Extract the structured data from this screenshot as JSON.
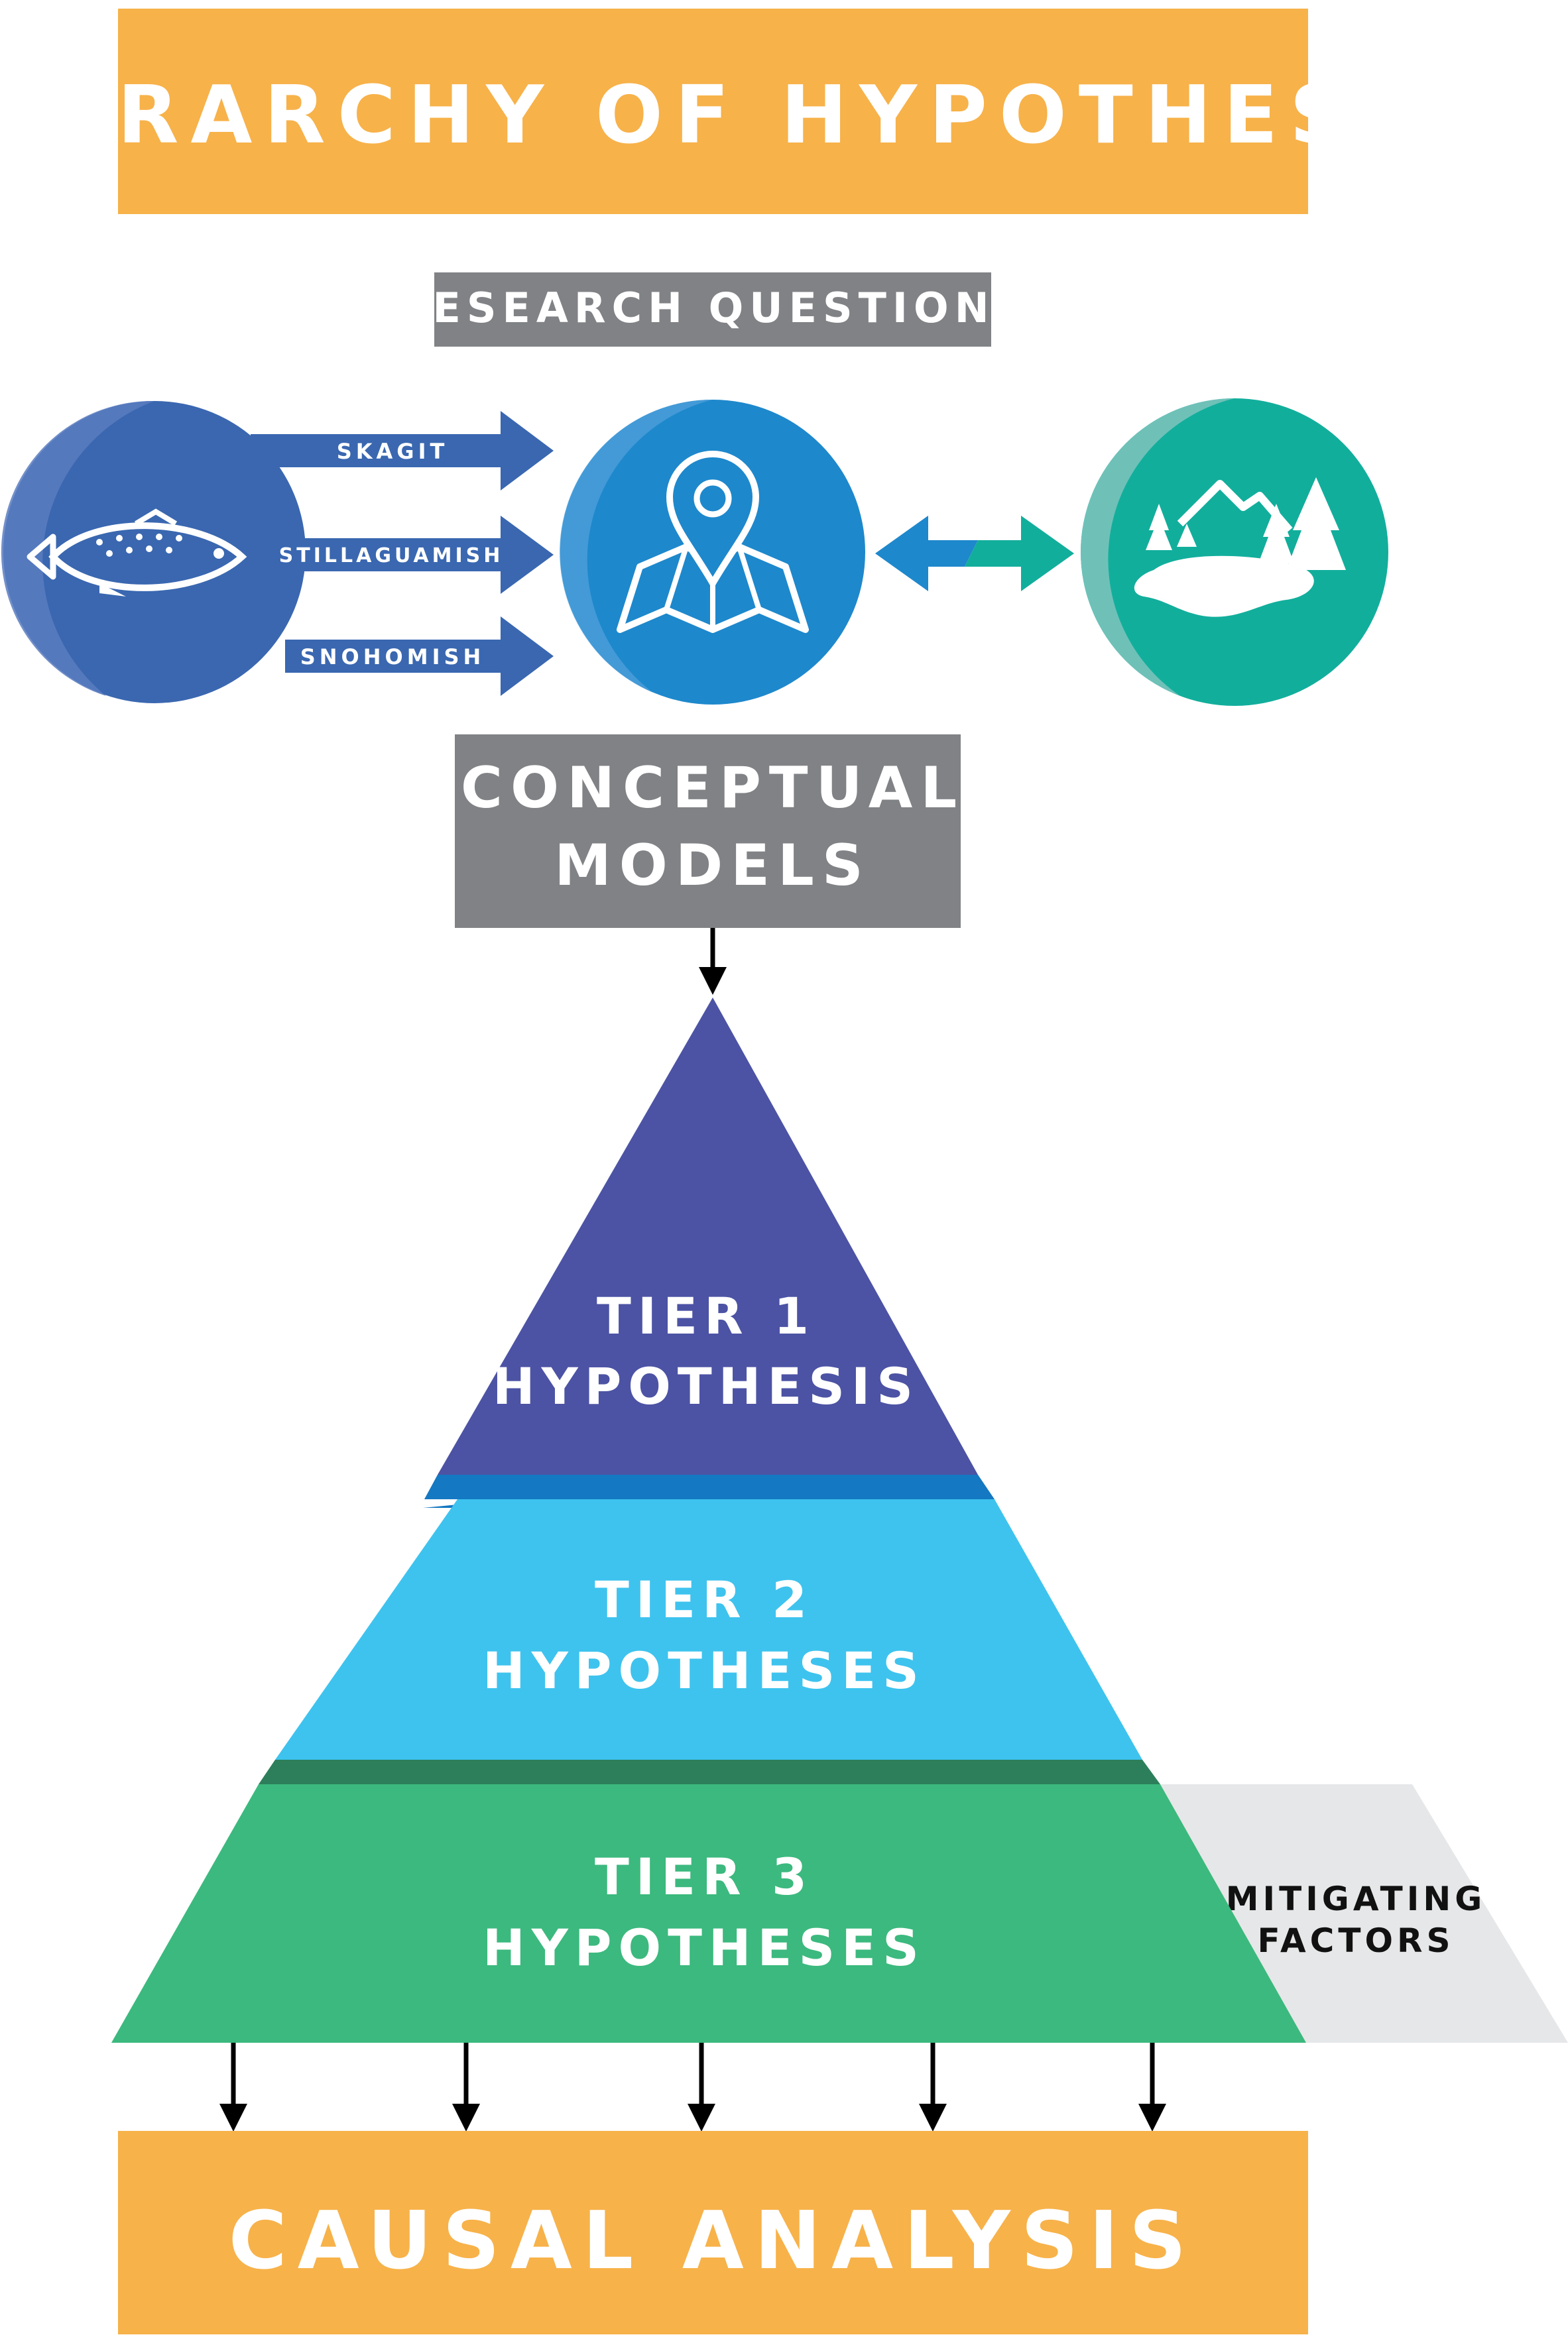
{
  "title": "HIERARCHY OF HYPOTHESES",
  "research_questions": "RESEARCH QUESTIONS",
  "rivers": [
    "SKAGIT",
    "STILLAGUAMISH",
    "SNOHOMISH"
  ],
  "icons": {
    "left": "salmon-fish-icon",
    "middle": "map-pin-icon",
    "right": "wetland-landscape-icon"
  },
  "conceptual_models": [
    "CONCEPTUAL",
    "MODELS"
  ],
  "tier1": [
    "TIER 1",
    "HYPOTHESIS"
  ],
  "tier2": [
    "TIER 2",
    "HYPOTHESES"
  ],
  "tier3": [
    "TIER 3",
    "HYPOTHESES"
  ],
  "mitigating": [
    "MITIGATING",
    "FACTORS"
  ],
  "causal_analysis": "CAUSAL ANALYSIS",
  "colors": {
    "orange": "#F7B24A",
    "gray": "#808285",
    "tier1": "#4C53A4",
    "tier2": "#3EC3EE",
    "tier3": "#3CB97E",
    "mitigating": "#E6E7E8",
    "fish_circle": "#3A67B0",
    "map_circle": "#1E88CC",
    "land_circle": "#12AE9C"
  }
}
